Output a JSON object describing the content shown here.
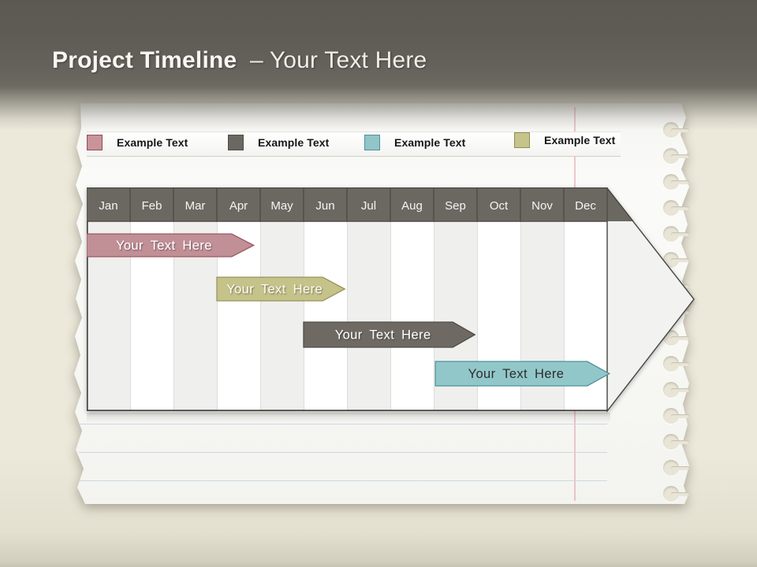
{
  "header": {
    "title_bold": "Project Timeline",
    "title_light": "– Your Text Here"
  },
  "legend": {
    "items": [
      {
        "label": "Example Text",
        "color": "#c9939a",
        "border": "#8e4f58"
      },
      {
        "label": "Example Text",
        "color": "#6b6862",
        "border": "#4f4c46"
      },
      {
        "label": "Example Text",
        "color": "#92c5c8",
        "border": "#4f9298"
      },
      {
        "label": "Example Text",
        "color": "#c6c48a",
        "border": "#8f8c52"
      }
    ]
  },
  "chart_data": {
    "type": "bar",
    "subtype": "gantt-timeline",
    "title": "Project Timeline – Your Text Here",
    "categories": [
      "Jan",
      "Feb",
      "Mar",
      "Apr",
      "May",
      "Jun",
      "Jul",
      "Aug",
      "Sep",
      "Oct",
      "Nov",
      "Dec"
    ],
    "axis": "months, Jan to Dec, one year",
    "grid": "alternating column shading",
    "legend_position": "top",
    "bars": [
      {
        "label": "Your Text Here",
        "row": 0,
        "start": 0.0,
        "end": 3.85,
        "fill": "#c18f96",
        "stroke": "#9a5a63",
        "text_color": "#ffffff"
      },
      {
        "label": "Your Text Here",
        "row": 1,
        "start": 3.0,
        "end": 5.95,
        "fill": "#c5c28a",
        "stroke": "#97945a",
        "text_color": "#fbfaf0"
      },
      {
        "label": "Your Text Here",
        "row": 2,
        "start": 5.0,
        "end": 8.95,
        "fill": "#6e6a63",
        "stroke": "#504d47",
        "text_color": "#ffffff"
      },
      {
        "label": "Your Text Here",
        "row": 3,
        "start": 8.04,
        "end": 12.05,
        "fill": "#92c7ca",
        "stroke": "#4f9298",
        "text_color": "#2d2d2c"
      }
    ],
    "colors": {
      "month_header_fill": "#6b6862",
      "month_header_stroke": "#534f49",
      "stripe_odd": "#efefee",
      "stripe_even": "#ffffff",
      "gridline": "#dddddc",
      "frame": "#3e3d39",
      "big_arrow_fill": "#f2f2f0",
      "big_arrow_stroke": "#45443f",
      "month_text": "#f5f5f3"
    }
  }
}
